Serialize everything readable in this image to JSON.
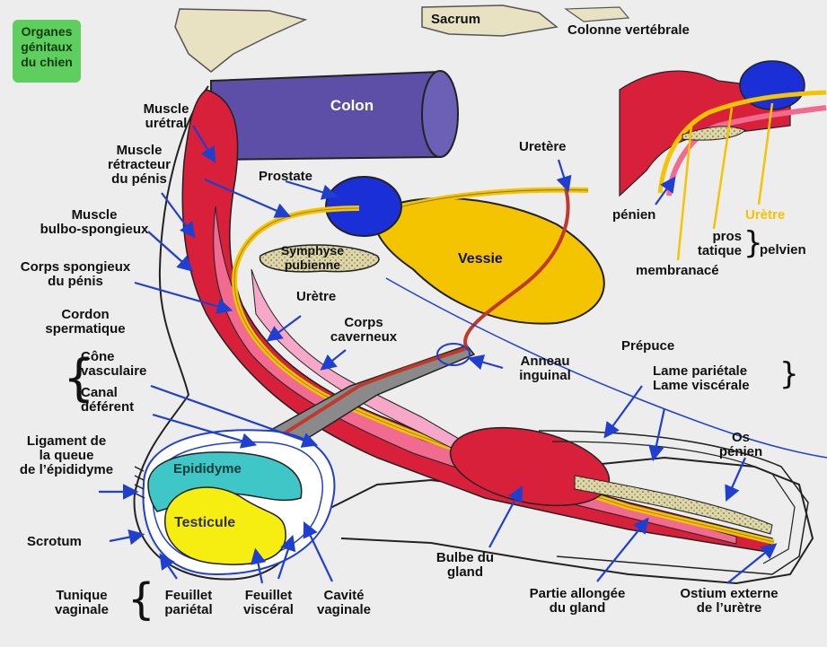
{
  "title": "Organes\ngénitaux\ndu chien",
  "labels": {
    "sacrum": "Sacrum",
    "colonne": "Colonne vertébrale",
    "colon": "Colon",
    "muscle_uretral": "Muscle\nurétral",
    "muscle_retracteur": "Muscle\nrétracteur\ndu pénis",
    "prostate": "Prostate",
    "uretere": "Uretère",
    "muscle_bulbo": "Muscle\nbulbo-spongieux",
    "symphyse": "Symphyse\npubienne",
    "vessie": "Vessie",
    "corps_spongieux": "Corps spongieux\ndu pénis",
    "cordon": "Cordon\nspermatique",
    "uretre": "Urètre",
    "corps_caverneux": "Corps\ncaverneux",
    "cone": "Cône\nvasculaire",
    "canal": "Canal\ndéférent",
    "anneau": "Anneau\ninguinal",
    "prepuce": "Prépuce",
    "lame": "Lame pariétale\nLame viscérale",
    "os_penien": "Os\npénien",
    "ligament": "Ligament de\nla queue\nde l’épididyme",
    "epididyme": "Epididyme",
    "testicule": "Testicule",
    "scrotum": "Scrotum",
    "tunique": "Tunique\nvaginale",
    "feuillet_parietal": "Feuillet\npariétal",
    "feuillet_visceral": "Feuillet\nviscéral",
    "cavite": "Cavité\nvaginale",
    "bulbe": "Bulbe du\ngland",
    "partie_allongee": "Partie allongée\ndu gland",
    "ostium": "Ostium externe\nde l’urètre",
    "inset_penien": "pénien",
    "inset_uretre": "Urètre",
    "inset_prostatique": "pros\ntatique",
    "inset_pelvien": "pelvien",
    "inset_membranace": "membranacé"
  },
  "colors": {
    "colon": "#5d4fa8",
    "prostate": "#1a2fd6",
    "vessie": "#f5c400",
    "muscle": "#d8203a",
    "spongy": "#f06b8f",
    "cavernous": "#f7a8c8",
    "urethra": "#f5c400",
    "duct": "#c0392b",
    "epididyme": "#3fc7c7",
    "testicule": "#f5ee10",
    "bone": "#d9d2a6",
    "arrow": "#1f3fd0",
    "title_bg": "#5ecf5e",
    "inset_uretre": "#f5c400"
  }
}
